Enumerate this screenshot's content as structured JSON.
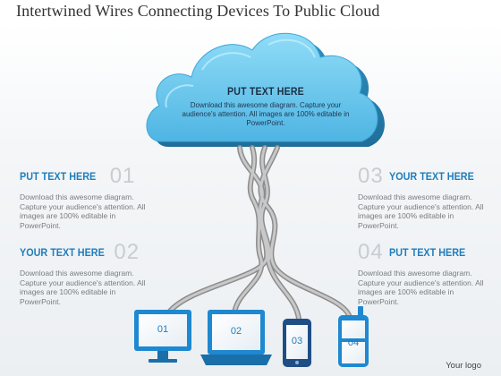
{
  "title": "Intertwined Wires Connecting Devices To Public Cloud",
  "cloud": {
    "heading": "PUT TEXT HERE",
    "body": "Download this awesome diagram. Capture your audience's attention. All images are 100% editable in PowerPoint."
  },
  "blocks": [
    {
      "heading": "PUT TEXT HERE",
      "number": "01",
      "body": "Download this awesome diagram. Capture your audience's attention. All images are 100% editable in PowerPoint."
    },
    {
      "heading": "YOUR TEXT HERE",
      "number": "02",
      "body": "Download this awesome diagram. Capture your audience's attention. All images are 100% editable in PowerPoint."
    },
    {
      "heading": "YOUR TEXT HERE",
      "number": "03",
      "body": "Download this awesome diagram. Capture your audience's attention. All images are 100% editable in PowerPoint."
    },
    {
      "heading": "PUT TEXT HERE",
      "number": "04",
      "body": "Download this awesome diagram. Capture your audience's attention. All images are 100% editable in PowerPoint."
    }
  ],
  "devices": [
    {
      "icon": "monitor-icon",
      "label": "01"
    },
    {
      "icon": "laptop-icon",
      "label": "02"
    },
    {
      "icon": "smartphone-icon",
      "label": "03"
    },
    {
      "icon": "mobile-phone-icon",
      "label": "04"
    }
  ],
  "logo": "Your logo",
  "colors": {
    "accent": "#1e7dbd",
    "cloud": "#5cc3ec",
    "wire": "#9a9a9a",
    "device": "#1e88d0"
  }
}
